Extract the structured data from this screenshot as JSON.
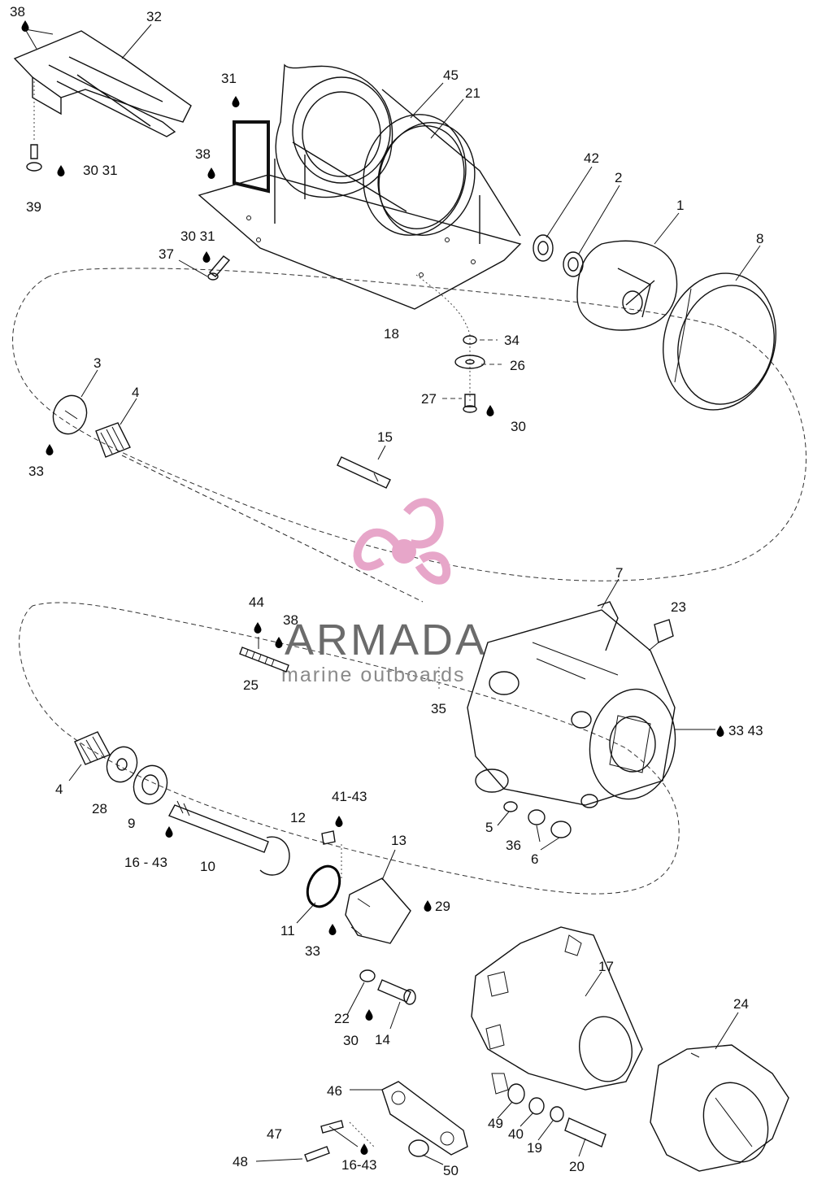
{
  "watermark": {
    "title": "ARMADA",
    "subtitle": "marine outboards",
    "logo_color": "#e7a6c9",
    "text_color": "#6b6b6b"
  },
  "callouts": {
    "c1": "1",
    "c2": "2",
    "c3": "3",
    "c4a": "4",
    "c4b": "4",
    "c5": "5",
    "c6": "6",
    "c7": "7",
    "c8": "8",
    "c9": "9",
    "c10": "10",
    "c11": "11",
    "c12": "12",
    "c13": "13",
    "c14": "14",
    "c15": "15",
    "c16_43a": "16 - 43",
    "c16_43b": "16-43",
    "c17": "17",
    "c18": "18",
    "c19": "19",
    "c20": "20",
    "c21": "21",
    "c22": "22",
    "c23": "23",
    "c24": "24",
    "c25": "25",
    "c26": "26",
    "c27": "27",
    "c28": "28",
    "c29": "29",
    "c30a": "30",
    "c30_31a": "30 31",
    "c30_31b": "30 31",
    "c30b": "30",
    "c31": "31",
    "c32": "32",
    "c33a": "33",
    "c33b": "33",
    "c33_43": "33 43",
    "c34": "34",
    "c35": "35",
    "c36": "36",
    "c37": "37",
    "c38a": "38",
    "c38b": "38",
    "c38c": "38",
    "c39": "39",
    "c40": "40",
    "c41_43": "41-43",
    "c42": "42",
    "c44": "44",
    "c45": "45",
    "c46": "46",
    "c47": "47",
    "c48": "48",
    "c49": "49",
    "c50": "50"
  }
}
